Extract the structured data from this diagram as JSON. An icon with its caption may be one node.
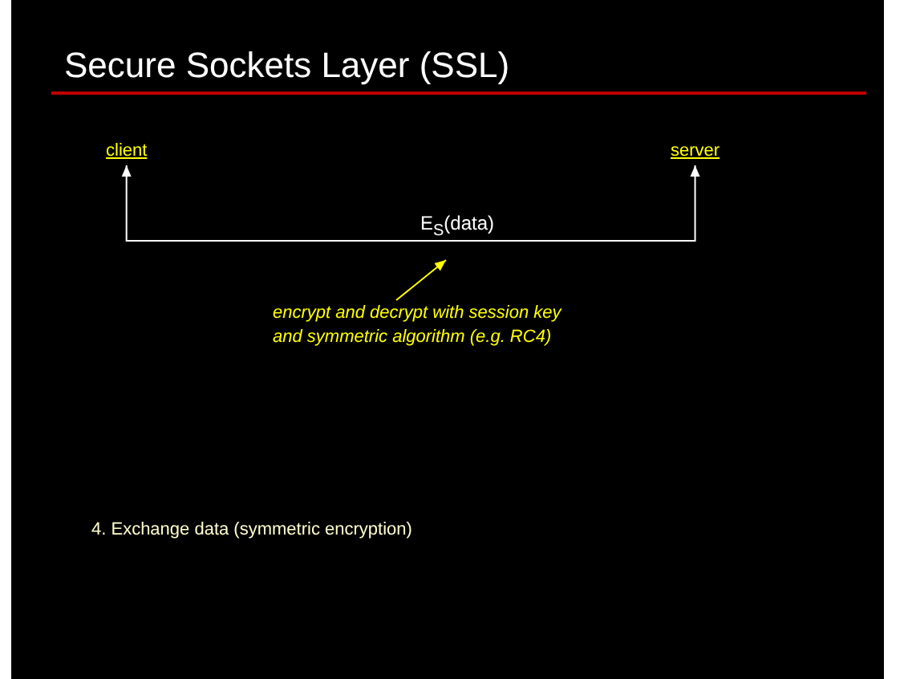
{
  "diagram": {
    "title": "Secure Sockets Layer (SSL)",
    "nodes": [
      {
        "text": [
          "client"
        ]
      },
      {
        "text": [
          "server"
        ]
      },
      {
        "text": [
          "encrypt and decrypt with session key and symmetric algorithm (e.g. RC4)"
        ]
      }
    ],
    "edges": [
      {
        "from": 0,
        "to": 1,
        "arrow": "both",
        "label": "E$_{S}$(data)"
      },
      {
        "from": 2,
        "to": null,
        "arrow": "to",
        "color": "#ffff00"
      }
    ],
    "labels": [
      "4. Exchange data (symmetric encryption)"
    ]
  }
}
